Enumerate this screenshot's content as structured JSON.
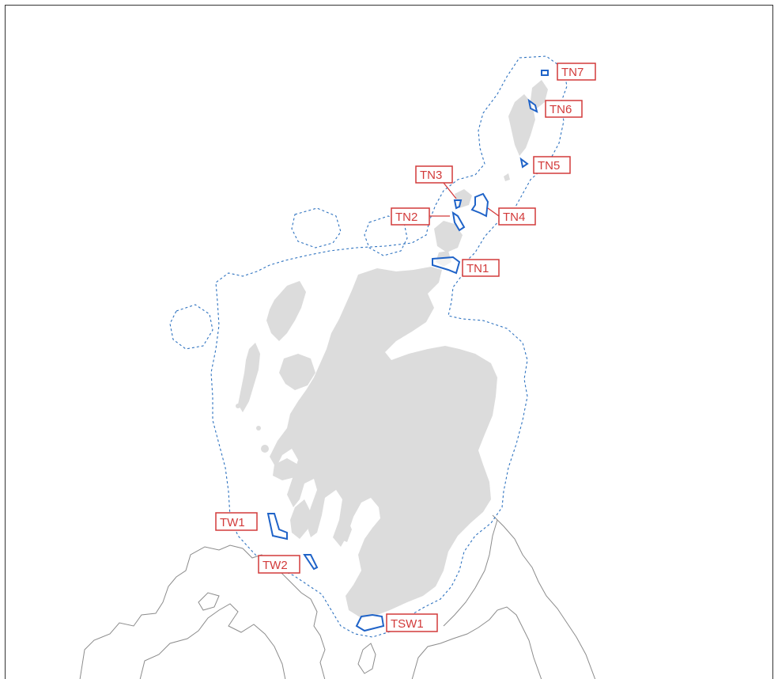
{
  "map": {
    "colors": {
      "land": "#dcdcdc",
      "zone_outline": "#1f63c8",
      "label": "#d23a3a",
      "boundary": "#2f73c0",
      "neighbour_coast": "#8c8c8c"
    },
    "labels": {
      "tn1": "TN1",
      "tn2": "TN2",
      "tn3": "TN3",
      "tn4": "TN4",
      "tn5": "TN5",
      "tn6": "TN6",
      "tn7": "TN7",
      "tw1": "TW1",
      "tw2": "TW2",
      "tsw1": "TSW1"
    }
  }
}
